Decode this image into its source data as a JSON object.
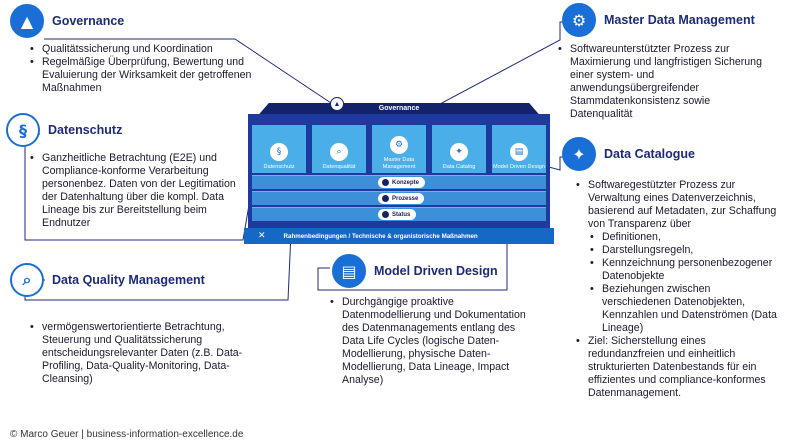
{
  "governance": {
    "title": "Governance",
    "items": [
      "Qualitätssicherung und Koordination",
      "Regelmäßige Überprüfung, Bewertung und Evaluierung der Wirksamkeit der getroffenen Maßnahmen"
    ]
  },
  "datenschutz": {
    "title": "Datenschutz",
    "icon_text": "§",
    "items": [
      "Ganzheitliche Betrachtung (E2E) und Compliance-konforme Verarbeitung personenbez. Daten von der Legitimation der Datenhaltung über die kompl. Data Lineage  bis zur Bereitstellung beim Endnutzer"
    ]
  },
  "dqm": {
    "title": "Data Quality Management",
    "items": [
      "vermögenswertorientierte Betrachtung, Steuerung und Qualitätssicherung entscheidungsrelevanter Daten (z.B. Data-Profiling, Data-Quality-Monitoring, Data-Cleansing)"
    ]
  },
  "mdm": {
    "title": "Master Data Management",
    "items": [
      "Softwareunterstützter Prozess zur Maximierung und langfristigen Sicherung einer system- und anwendungsübergreifender Stammdatenkonsistenz sowie Datenqualität"
    ]
  },
  "catalogue": {
    "title": "Data Catalogue",
    "intro": "Softwaregestützter Prozess zur Verwaltung eines Datenverzeichnis, basierend auf Metadaten, zur Schaffung von Transparenz über",
    "subitems": [
      "Definitionen,",
      "Darstellungsregeln,",
      "Kennzeichnung personenbezogener Datenobjekte",
      "Beziehungen zwischen verschiedenen Datenobjekten, Kennzahlen und Datenströmen (Data Lineage)"
    ],
    "goal": "Ziel: Sicherstellung eines redundanzfreien und einheitlich strukturierten Datenbestands für ein effizientes und compliance-konformes Datenmanagement."
  },
  "mdd": {
    "title": "Model Driven Design",
    "items": [
      "Durchgängige proaktive Datenmodellierung und Dokumentation des Datenmanagements entlang des Data Life Cycles (logische Daten-Modellierung, physische Daten-Modellierung, Data Lineage, Impact Analyse)"
    ]
  },
  "house": {
    "roof": "Governance",
    "pillars": [
      "Datenschutz",
      "Datenqualität",
      "Master Data Management",
      "Data Catalog",
      "Model Driven Design"
    ],
    "layers": [
      "Konzepte",
      "Prozesse",
      "Status"
    ],
    "foundation": "Rahmenbedingungen / Technische & organistorische Maßnahmen"
  },
  "footer": "© Marco Geuer | business-information-excellence.de",
  "colors": {
    "navy": "#12236b",
    "blue": "#1a6fd6",
    "light_blue": "#4aaee8",
    "title": "#1d2a7a"
  }
}
